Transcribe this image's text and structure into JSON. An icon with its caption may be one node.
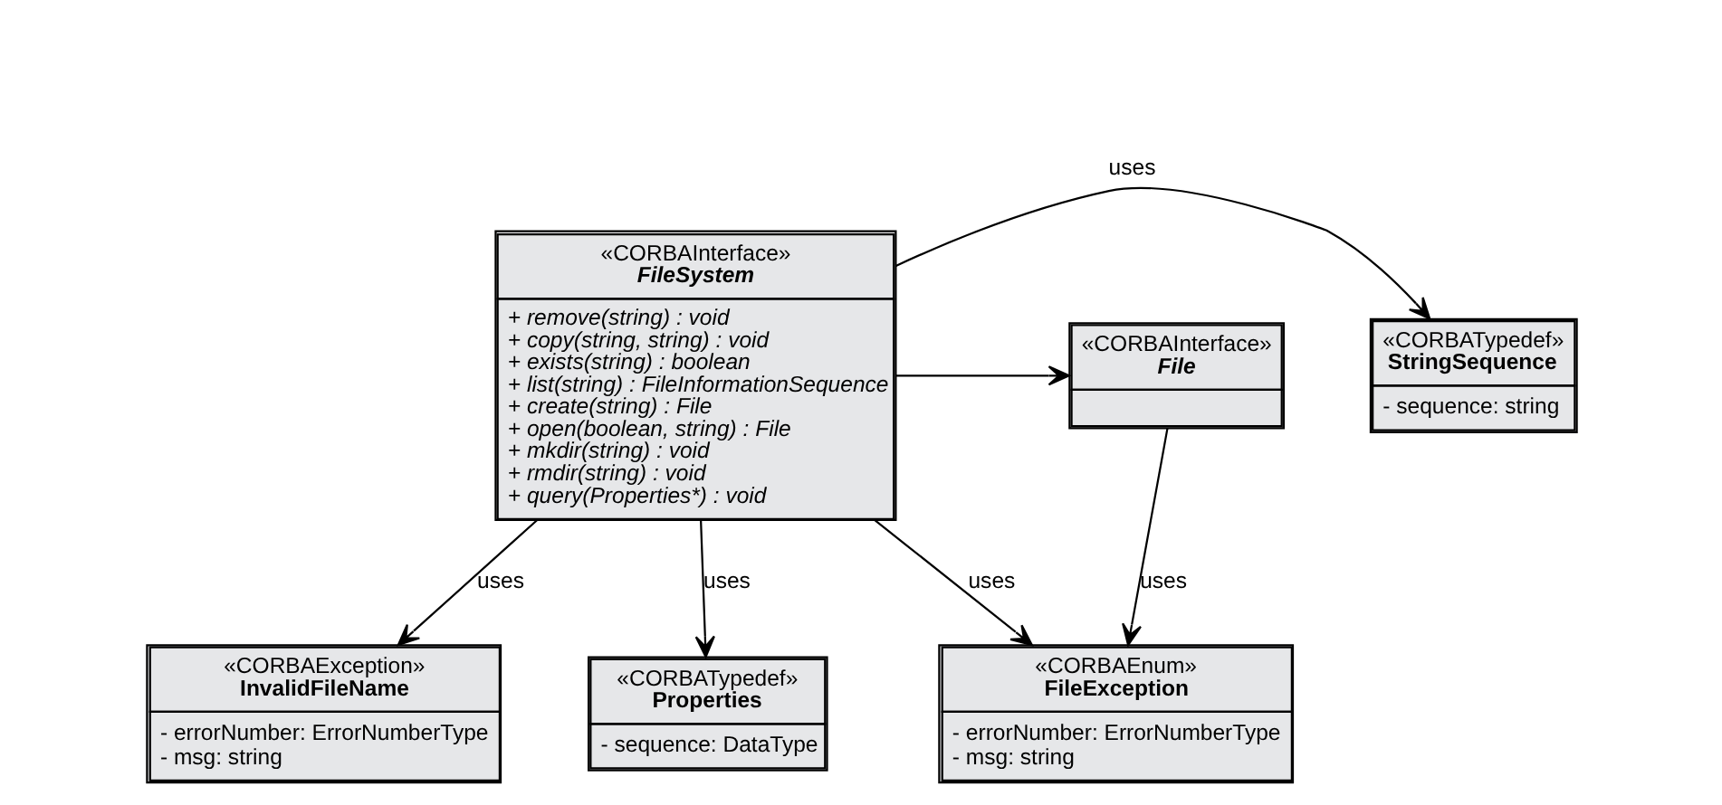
{
  "diagram": {
    "nodes": [
      {
        "text": [
          "«CORBAInterface»",
          "FileSystem",
          "+ remove(string) : void",
          "+ copy(string, string) : void",
          "+ exists(string) : boolean",
          "+ list(string) : FileInformationSequence",
          "+ create(string) : File",
          "+ open(boolean, string) : File",
          "+ mkdir(string) : void",
          "+ rmdir(string) : void",
          "+ query(Properties*) : void"
        ]
      },
      {
        "text": [
          "«CORBATypedef»",
          "StringSequence",
          "- sequence: string"
        ]
      },
      {
        "text": [
          "«CORBAInterface»",
          "File"
        ]
      },
      {
        "text": [
          "«CORBAException»",
          "InvalidFileName",
          "- errorNumber: ErrorNumberType",
          "- msg: string"
        ]
      },
      {
        "text": [
          "«CORBATypedef»",
          "Properties",
          "- sequence: DataType"
        ]
      },
      {
        "text": [
          "«CORBAEnum»",
          "FileException",
          "- errorNumber: ErrorNumberType",
          "- msg: string"
        ]
      }
    ],
    "edges": [
      {
        "from": 0,
        "to": 1,
        "arrow": "to",
        "label": "uses"
      },
      {
        "from": 0,
        "to": 2,
        "arrow": "to"
      },
      {
        "from": 0,
        "to": 3,
        "arrow": "to",
        "label": "uses"
      },
      {
        "from": 0,
        "to": 4,
        "arrow": "to",
        "label": "uses"
      },
      {
        "from": 0,
        "to": 5,
        "arrow": "to",
        "label": "uses"
      },
      {
        "from": 2,
        "to": 5,
        "arrow": "to",
        "label": "uses"
      }
    ]
  }
}
